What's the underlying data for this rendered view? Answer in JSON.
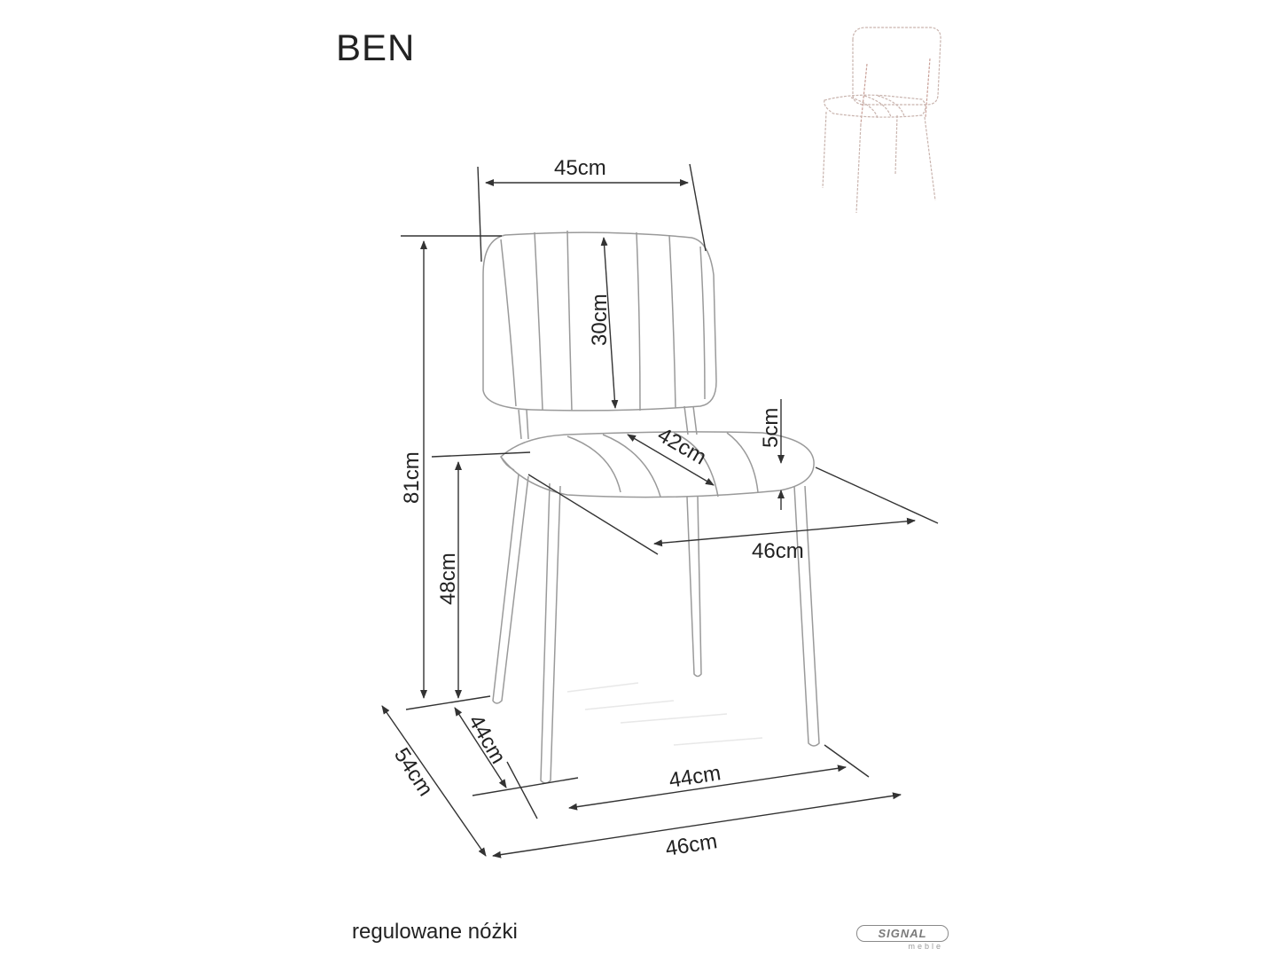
{
  "product": {
    "name": "BEN",
    "note": "regulowane nóżki"
  },
  "brand": {
    "name": "SIGNAL",
    "sub": "meble"
  },
  "dimensions": {
    "back_width": "45cm",
    "back_height": "30cm",
    "total_height": "81cm",
    "seat_height": "48cm",
    "seat_depth": "42cm",
    "seat_thickness": "5cm",
    "seat_width": "46cm",
    "base_depth_inner": "44cm",
    "base_depth_outer": "54cm",
    "base_width_inner": "44cm",
    "base_width_outer": "46cm"
  },
  "colors": {
    "line": "#333333",
    "outline": "#9a9a9a",
    "thumbnail": "#c9a8a0"
  }
}
